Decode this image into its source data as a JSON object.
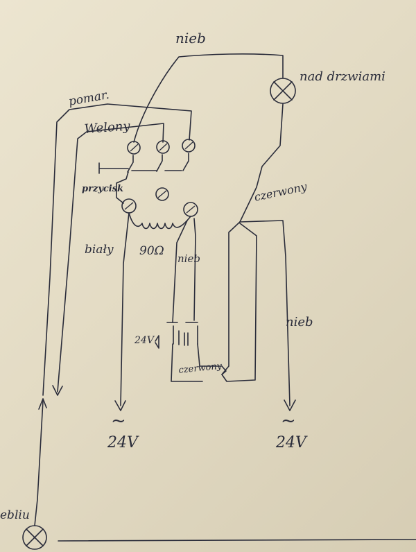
{
  "labels": {
    "niebieski_top": "nieb",
    "nad_drzwiami": "nad drzwiami",
    "pomar": "pomar.",
    "wielony": "Welony",
    "przycisk": "przycisk",
    "bialy": "biały",
    "resistor": "90Ω",
    "niebieski_mid": "nieb",
    "czerwony_right": "czerwony",
    "niebieski_right": "nieb",
    "voltage_mid": "24V",
    "czerwony_bottom": "czerwony",
    "ac_left": "~",
    "volt_left": "24V",
    "ac_right": "~",
    "volt_right": "24V",
    "lamp_bottom": "ebliu"
  },
  "colors": {
    "ink": "#2a2c3a",
    "paper": "#e6dfca"
  }
}
